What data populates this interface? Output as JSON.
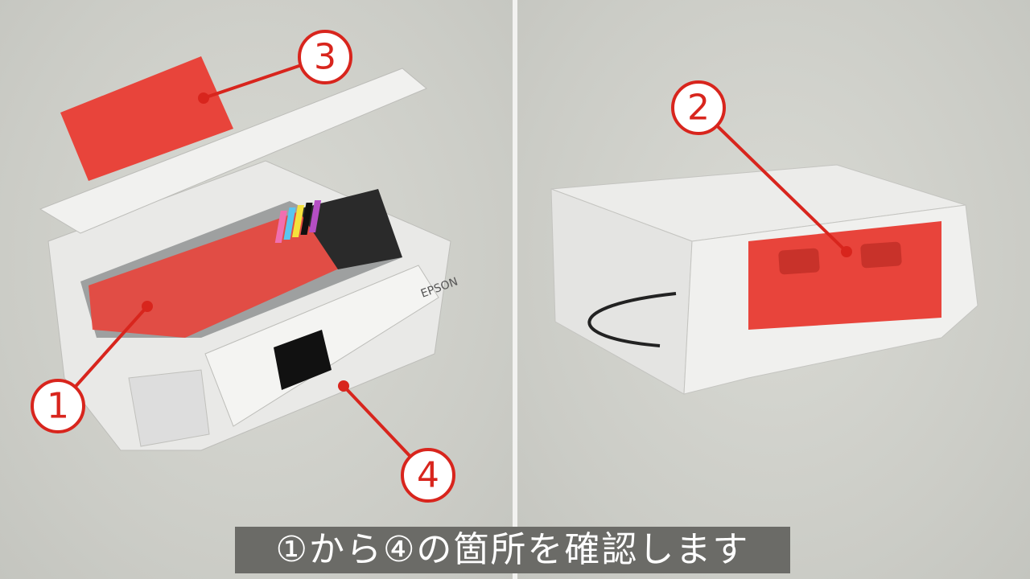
{
  "subtitle": "①から④の箇所を確認します",
  "callouts": [
    {
      "label": "1"
    },
    {
      "label": "2"
    },
    {
      "label": "3"
    },
    {
      "label": "4"
    }
  ],
  "brand_text": "EPSON",
  "colors": {
    "callout": "#d8251d",
    "highlight": "#e8443b",
    "subtitle_bg": "#6b6b67"
  }
}
